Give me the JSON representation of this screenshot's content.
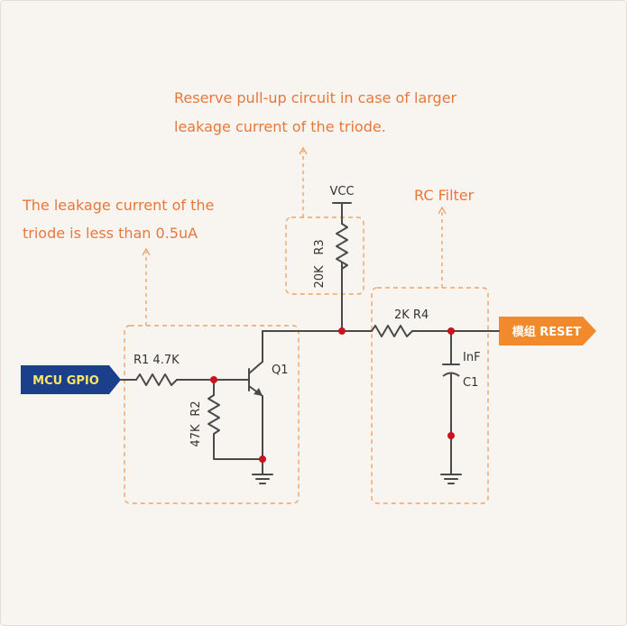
{
  "annotations": {
    "pullup_line1": "Reserve pull-up circuit in case of larger",
    "pullup_line2": "leakage current of the triode.",
    "leakage_line1": "The leakage current of the",
    "leakage_line2": "triode is less than 0.5uA",
    "rc_filter": "RC Filter"
  },
  "ports": {
    "input": "MCU GPIO",
    "output": "模组 RESET"
  },
  "components": {
    "vcc": "VCC",
    "r1": "R1  4.7K",
    "r2_ref": "R2",
    "r2_value": "47K",
    "r3_ref": "R3",
    "r3_value": "20K",
    "r4": "2K  R4",
    "q1": "Q1",
    "c1_value": "InF",
    "c1_ref": "C1"
  },
  "colors": {
    "annotation": "#e8783a",
    "input_port": "#1b3f8b",
    "output_port": "#f08a2c",
    "node": "#c8141e"
  }
}
